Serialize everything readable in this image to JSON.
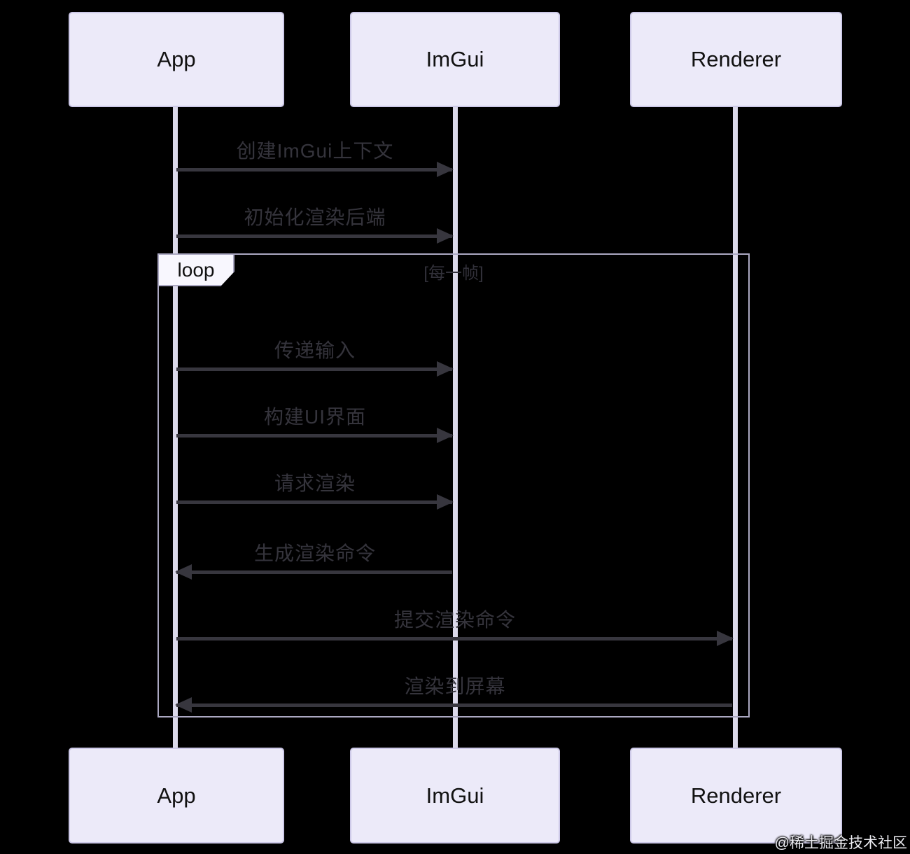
{
  "diagram": {
    "type": "sequence",
    "actors": [
      {
        "name": "App"
      },
      {
        "name": "ImGui"
      },
      {
        "name": "Renderer"
      }
    ],
    "loop": {
      "label": "loop",
      "condition": "[每一帧]"
    },
    "messages": [
      {
        "from": "App",
        "to": "ImGui",
        "label": "创建ImGui上下文",
        "in_loop": false
      },
      {
        "from": "App",
        "to": "ImGui",
        "label": "初始化渲染后端",
        "in_loop": false
      },
      {
        "from": "App",
        "to": "ImGui",
        "label": "传递输入",
        "in_loop": true
      },
      {
        "from": "App",
        "to": "ImGui",
        "label": "构建UI界面",
        "in_loop": true
      },
      {
        "from": "App",
        "to": "ImGui",
        "label": "请求渲染",
        "in_loop": true
      },
      {
        "from": "ImGui",
        "to": "App",
        "label": "生成渲染命令",
        "in_loop": true
      },
      {
        "from": "App",
        "to": "Renderer",
        "label": "提交渲染命令",
        "in_loop": true
      },
      {
        "from": "Renderer",
        "to": "App",
        "label": "渲染到屏幕",
        "in_loop": true
      }
    ]
  },
  "watermark": "@稀土掘金技术社区",
  "colors": {
    "background": "#000000",
    "actor_fill": "#ECEAF9",
    "actor_border": "#CDC9E8",
    "lifeline": "#DBD9EA",
    "loop_border": "#ABA8C2",
    "arrow": "#37363E",
    "label_text": "#35343C"
  }
}
